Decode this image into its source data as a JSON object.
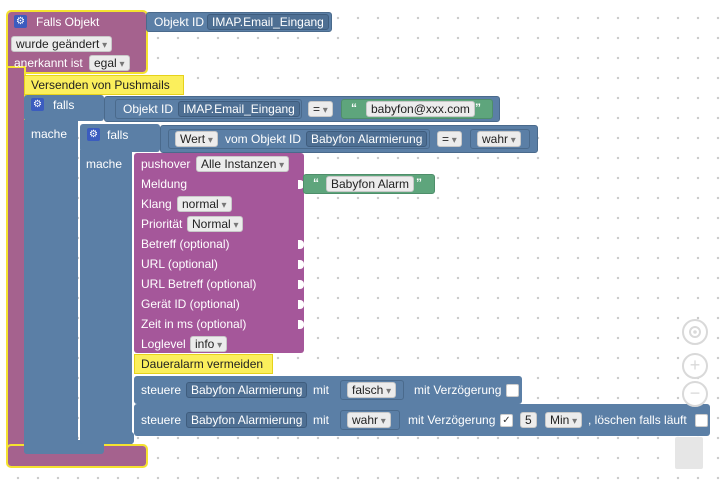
{
  "trigger": {
    "title": "Falls Objekt",
    "object_id_label": "Objekt ID",
    "object_id_value": "IMAP.Email_Eingang",
    "condition_1": "wurde geändert",
    "acknowledged_label": "anerkannt ist",
    "acknowledged_value": "egal"
  },
  "comments": {
    "send_push": "Versenden von Pushmails",
    "prevent_alarm": "Daueralarm vermeiden"
  },
  "if_outer": {
    "falls": "falls",
    "mache": "mache",
    "object_id_label": "Objekt ID",
    "object_id_value": "IMAP.Email_Eingang",
    "operator": "=",
    "string_value": "babyfon@xxx.com"
  },
  "if_inner": {
    "falls": "falls",
    "mache": "mache",
    "value_label": "Wert",
    "from_object_label": "vom Objekt ID",
    "object_value": "Babyfon Alarmierung",
    "operator": "=",
    "bool_value": "wahr"
  },
  "pushover": {
    "label": "pushover",
    "instance": "Alle Instanzen",
    "message_label": "Meldung",
    "message_value": "Babyfon Alarm",
    "sound_label": "Klang",
    "sound_value": "normal",
    "priority_label": "Priorität",
    "priority_value": "Normal",
    "subject_label": "Betreff (optional)",
    "url_label": "URL (optional)",
    "url_title_label": "URL Betreff (optional)",
    "device_label": "Gerät ID (optional)",
    "time_label": "Zeit in ms (optional)",
    "loglevel_label": "Loglevel",
    "loglevel_value": "info"
  },
  "control_1": {
    "label": "steuere",
    "object": "Babyfon Alarmierung",
    "with_label": "mit",
    "value": "falsch",
    "delay_label": "mit Verzögerung",
    "delay_checked": false
  },
  "control_2": {
    "label": "steuere",
    "object": "Babyfon Alarmierung",
    "with_label": "mit",
    "value": "wahr",
    "delay_label": "mit Verzögerung",
    "delay_checked": true,
    "delay_amount": "5",
    "delay_unit": "Min",
    "clear_label": ", löschen falls läuft",
    "clear_checked": false
  },
  "icons": {
    "gear": "gear-icon",
    "recenter": "target-icon",
    "zoom_in": "plus-icon",
    "zoom_out": "minus-icon",
    "trash": "trash-icon"
  },
  "symbols": {
    "quote_open": "“",
    "quote_close": "”",
    "check": "✓"
  }
}
